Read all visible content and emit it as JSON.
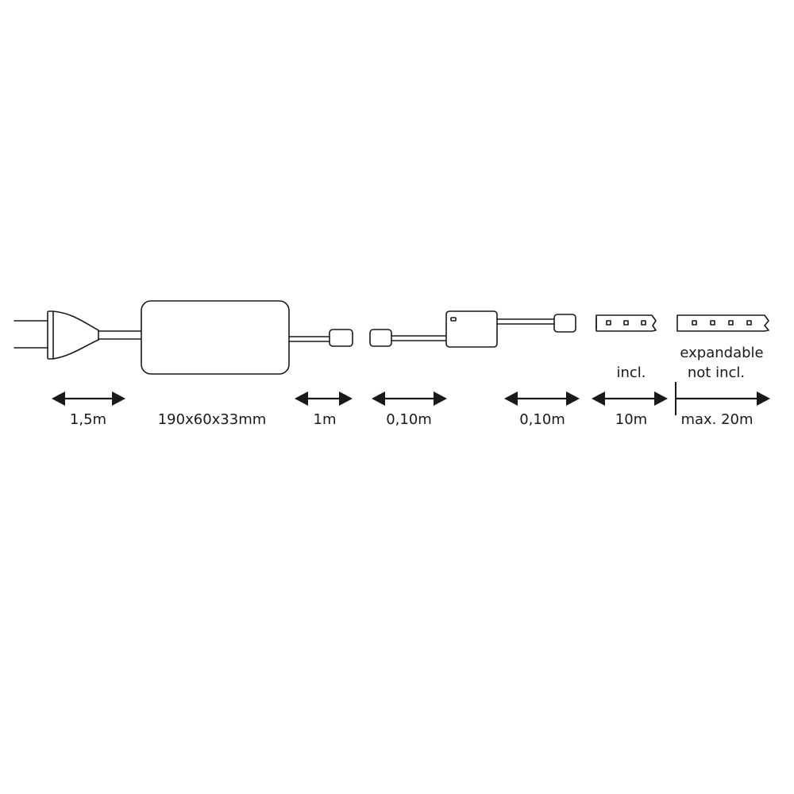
{
  "colors": {
    "line": "#1a1a1a",
    "background": "#ffffff"
  },
  "dimensions": {
    "plug_cable": "1,5m",
    "driver_box": "190x60x33mm",
    "extension_cable": "1m",
    "controller_input_cable": "0,10m",
    "controller_output_cable": "0,10m",
    "strip_included": "10m",
    "strip_max": "max. 20m"
  },
  "notes": {
    "included": "incl.",
    "expandable": "expandable",
    "not_included": "not incl."
  },
  "icons": {
    "plug": "euro-plug-icon",
    "driver": "power-supply-icon",
    "connector": "connector-icon",
    "controller": "controller-box-icon",
    "strip_included": "led-strip-icon",
    "strip_extension": "led-strip-extension-icon"
  }
}
